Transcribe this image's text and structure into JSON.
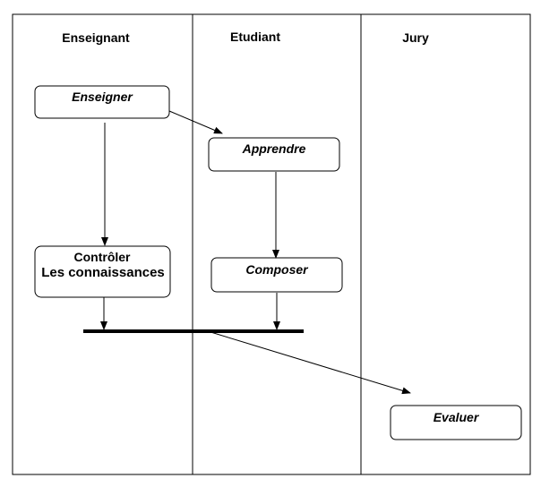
{
  "lanes": [
    {
      "id": "enseignant",
      "title": "Enseignant"
    },
    {
      "id": "etudiant",
      "title": "Etudiant"
    },
    {
      "id": "jury",
      "title": "Jury"
    }
  ],
  "nodes": {
    "enseigner": {
      "label": "Enseigner"
    },
    "apprendre": {
      "label": "Apprendre"
    },
    "controler": {
      "line1": "Contrôler",
      "line2": "Les connaissances"
    },
    "composer": {
      "label": "Composer"
    },
    "evaluer": {
      "label": "Evaluer"
    }
  }
}
